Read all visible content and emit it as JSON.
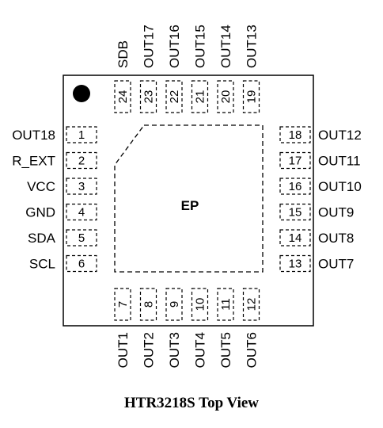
{
  "package": {
    "exposed_pad_label": "EP",
    "caption": "HTR3218S Top View"
  },
  "pins": {
    "left": [
      {
        "num": "1",
        "name": "OUT18"
      },
      {
        "num": "2",
        "name": "R_EXT"
      },
      {
        "num": "3",
        "name": "VCC"
      },
      {
        "num": "4",
        "name": "GND"
      },
      {
        "num": "5",
        "name": "SDA"
      },
      {
        "num": "6",
        "name": "SCL"
      }
    ],
    "bottom": [
      {
        "num": "7",
        "name": "OUT1"
      },
      {
        "num": "8",
        "name": "OUT2"
      },
      {
        "num": "9",
        "name": "OUT3"
      },
      {
        "num": "10",
        "name": "OUT4"
      },
      {
        "num": "11",
        "name": "OUT5"
      },
      {
        "num": "12",
        "name": "OUT6"
      }
    ],
    "right": [
      {
        "num": "13",
        "name": "OUT7"
      },
      {
        "num": "14",
        "name": "OUT8"
      },
      {
        "num": "15",
        "name": "OUT9"
      },
      {
        "num": "16",
        "name": "OUT10"
      },
      {
        "num": "17",
        "name": "OUT11"
      },
      {
        "num": "18",
        "name": "OUT12"
      }
    ],
    "top": [
      {
        "num": "19",
        "name": "OUT13"
      },
      {
        "num": "20",
        "name": "OUT14"
      },
      {
        "num": "21",
        "name": "OUT15"
      },
      {
        "num": "22",
        "name": "OUT16"
      },
      {
        "num": "23",
        "name": "OUT17"
      },
      {
        "num": "24",
        "name": "SDB"
      }
    ]
  }
}
